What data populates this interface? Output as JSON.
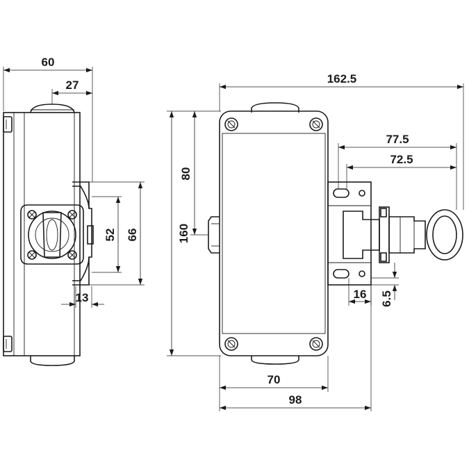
{
  "dimensions": {
    "side_width": "60",
    "side_offset": "27",
    "bracket_inner": "52",
    "bracket_outer": "66",
    "bracket_depth": "13",
    "total_length": "162.5",
    "height": "160",
    "mount_height": "80",
    "rope_offset_outer": "77.5",
    "rope_offset_inner": "72.5",
    "slot_width": "16",
    "slot_height": "6.5",
    "body_width": "70",
    "overall_width": "98"
  }
}
